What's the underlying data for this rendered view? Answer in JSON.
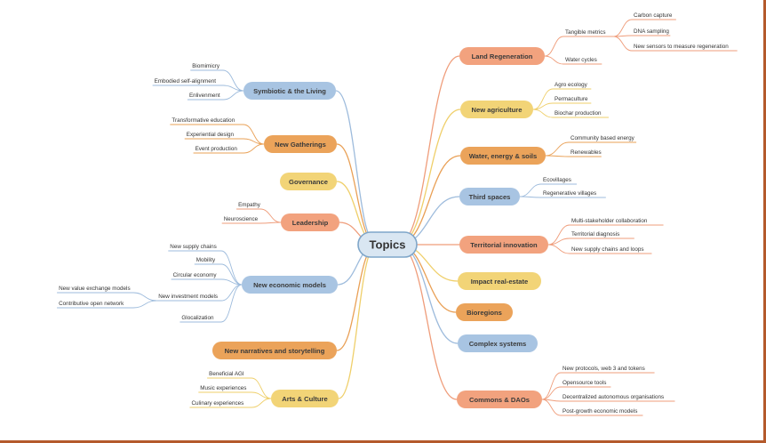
{
  "center": {
    "label": "Topics",
    "color": "#d9e6f2",
    "border": "#7fa6c9"
  },
  "palette": {
    "salmon": "#f2a27e",
    "orange": "#eba35a",
    "yellow": "#f2d477",
    "blue": "#a8c4e2"
  },
  "branches": [
    {
      "label": "Land Regeneration",
      "color": "salmon",
      "children": [
        {
          "label": "Tangible metrics",
          "children": [
            {
              "label": "Carbon capture"
            },
            {
              "label": "DNA sampling"
            },
            {
              "label": "New sensors to measure regeneration"
            }
          ]
        },
        {
          "label": "Water cycles"
        }
      ]
    },
    {
      "label": "New agriculture",
      "color": "yellow",
      "children": [
        {
          "label": "Agro ecology"
        },
        {
          "label": "Permaculture"
        },
        {
          "label": "Biochar production"
        }
      ]
    },
    {
      "label": "Water, energy & soils",
      "color": "orange",
      "children": [
        {
          "label": "Community based energy"
        },
        {
          "label": "Renewables"
        }
      ]
    },
    {
      "label": "Third spaces",
      "color": "blue",
      "children": [
        {
          "label": "Ecovillages"
        },
        {
          "label": "Regenerative villages"
        }
      ]
    },
    {
      "label": "Territorial innovation",
      "color": "salmon",
      "children": [
        {
          "label": "Multi-stakeholder collaboration"
        },
        {
          "label": "Territorial diagnosis"
        },
        {
          "label": "New supply chains and loops"
        }
      ]
    },
    {
      "label": "Impact real-estate",
      "color": "yellow",
      "children": []
    },
    {
      "label": "Bioregions",
      "color": "orange",
      "children": []
    },
    {
      "label": "Complex systems",
      "color": "blue",
      "children": []
    },
    {
      "label": "Commons & DAOs",
      "color": "salmon",
      "children": [
        {
          "label": "New protocols, web 3 and tokens"
        },
        {
          "label": "Opensource tools"
        },
        {
          "label": "Decentralized autonomous organisations"
        },
        {
          "label": "Post-growth economic models"
        }
      ]
    },
    {
      "label": "Symbiotic & the Living",
      "color": "blue",
      "children": [
        {
          "label": "Biomimicry"
        },
        {
          "label": "Embodied self-alignment"
        },
        {
          "label": "Enlivenment"
        }
      ]
    },
    {
      "label": "New Gatherings",
      "color": "orange",
      "children": [
        {
          "label": "Transformative education"
        },
        {
          "label": "Experiential design"
        },
        {
          "label": "Event production"
        }
      ]
    },
    {
      "label": "Governance",
      "color": "yellow",
      "children": []
    },
    {
      "label": "Leadership",
      "color": "salmon",
      "children": [
        {
          "label": "Empathy"
        },
        {
          "label": "Neuroscience"
        }
      ]
    },
    {
      "label": "New economic models",
      "color": "blue",
      "children": [
        {
          "label": "New supply chains"
        },
        {
          "label": "Mobility"
        },
        {
          "label": "Circular economy"
        },
        {
          "label": "New investment models",
          "children": [
            {
              "label": "New value exchange models"
            },
            {
              "label": "Contributive open network"
            }
          ]
        },
        {
          "label": "Glocalization"
        }
      ]
    },
    {
      "label": "New narratives and storytelling",
      "color": "orange",
      "children": []
    },
    {
      "label": "Arts & Culture",
      "color": "yellow",
      "children": [
        {
          "label": "Beneficial AGI"
        },
        {
          "label": "Music experiences"
        },
        {
          "label": "Culinary experiences"
        }
      ]
    }
  ]
}
